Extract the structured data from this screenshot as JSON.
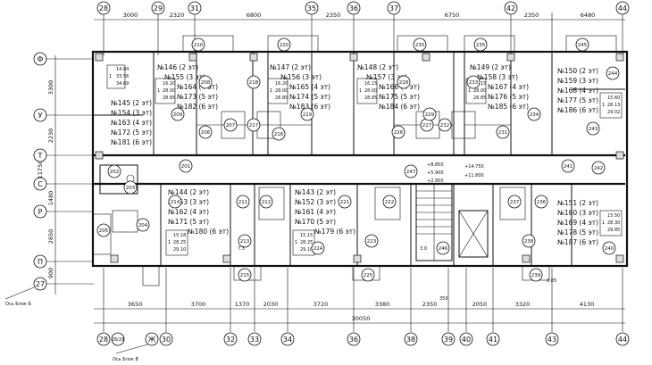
{
  "axes_top": [
    "28",
    "29",
    "31",
    "35",
    "36",
    "37",
    "42",
    "44"
  ],
  "axes_bottom": [
    "28",
    "28/29",
    "Ж",
    "30",
    "32",
    "33",
    "34",
    "36",
    "38",
    "39",
    "40",
    "41",
    "43",
    "44"
  ],
  "axes_left": [
    "Ф",
    "У",
    "Т",
    "С",
    "Р",
    "П",
    "27"
  ],
  "dims_top": [
    "3000",
    "2320",
    "6800",
    "2350",
    "6750",
    "2350",
    "6480"
  ],
  "dims_left": [
    "3300",
    "2230",
    "11750",
    "1480",
    "2850",
    "900"
  ],
  "dims_bottom": [
    "3650",
    "3700",
    "1370",
    "2030",
    "3720",
    "3380",
    "2350",
    "2050",
    "3320",
    "4130"
  ],
  "dim_bottom_total": "30050",
  "dim_350": "350",
  "dim_085": "0.85",
  "dim_30": "3.0",
  "dim_73": "7.3",
  "label_os_b": "Ось Блок Б",
  "label_os_v": "Ось Блок В",
  "elev_a": [
    "+8.850",
    "+5.900",
    "+2.950"
  ],
  "elev_b": [
    "+14.750",
    "+11.800"
  ],
  "apt_groups": [
    [
      "№145 (2 эт)",
      "№154 (3 эт)",
      "№163 (4 эт)",
      "№172 (5 эт)",
      "№181 (6 эт)"
    ],
    [
      "№146 (2 эт)",
      "№155 (3 эт)",
      "№164 (4 эт)",
      "№173 (5 эт)",
      "№182 (6 эт)"
    ],
    [
      "№147 (2 эт)",
      "№156 (3 эт)",
      "№165 (4 эт)",
      "№174 (5 эт)",
      "№183 (6 эт)"
    ],
    [
      "№148 (2 эт)",
      "№157 (3 эт)",
      "№166 (4 эт)",
      "№175 (5 эт)",
      "№184 (6 эт)"
    ],
    [
      "№149 (2 эт)",
      "№158 (3 эт)",
      "№167 (4 эт)",
      "№176 (5 эт)",
      "№185 (6 эт)"
    ],
    [
      "№150 (2 эт)",
      "№159 (3 эт)",
      "№168 (4 эт)",
      "№177 (5 эт)",
      "№186 (6 эт)"
    ],
    [
      "№144 (2 эт)",
      "№153 (3 эт)",
      "№162 (4 эт)",
      "№171 (5 эт)",
      "№180 (6 эт)"
    ],
    [
      "№143 (2 эт)",
      "№152 (3 эт)",
      "№161 (4 эт)",
      "№170 (5 эт)",
      "№179 (6 эт)"
    ],
    [
      "№151 (2 эт)",
      "№160 (3 эт)",
      "№169 (4 эт)",
      "№178 (5 эт)",
      "№187 (6 эт)"
    ]
  ],
  "room_numbers": [
    "201",
    "202",
    "203",
    "204",
    "205",
    "206",
    "207",
    "208",
    "209",
    "210",
    "211",
    "212",
    "213",
    "214",
    "215",
    "216",
    "217",
    "218",
    "219",
    "220",
    "221",
    "222",
    "223",
    "224",
    "225",
    "226",
    "227",
    "228",
    "229",
    "230",
    "231",
    "232",
    "233",
    "234",
    "235",
    "236",
    "237",
    "238",
    "239",
    "240",
    "241",
    "242",
    "243",
    "244",
    "245",
    "246",
    "247"
  ],
  "area_boxes": [
    [
      "1",
      "14.84",
      "33.56",
      "34.69"
    ],
    [
      "1",
      "16.20",
      "28.00",
      "28.85"
    ],
    [
      "1",
      "16.20",
      "28.00",
      "28.85"
    ],
    [
      "1",
      "16.15",
      "28.00",
      "28.85"
    ],
    [
      "1",
      "16.15",
      "28.00",
      "28.85"
    ],
    [
      "1",
      "15.60",
      "28.13",
      "29.02"
    ],
    [
      "1",
      "15.18",
      "28.25",
      "29.10"
    ],
    [
      "1",
      "15.15",
      "28.25",
      "29.10"
    ],
    [
      "1",
      "15.50",
      "28.30",
      "29.85"
    ]
  ]
}
